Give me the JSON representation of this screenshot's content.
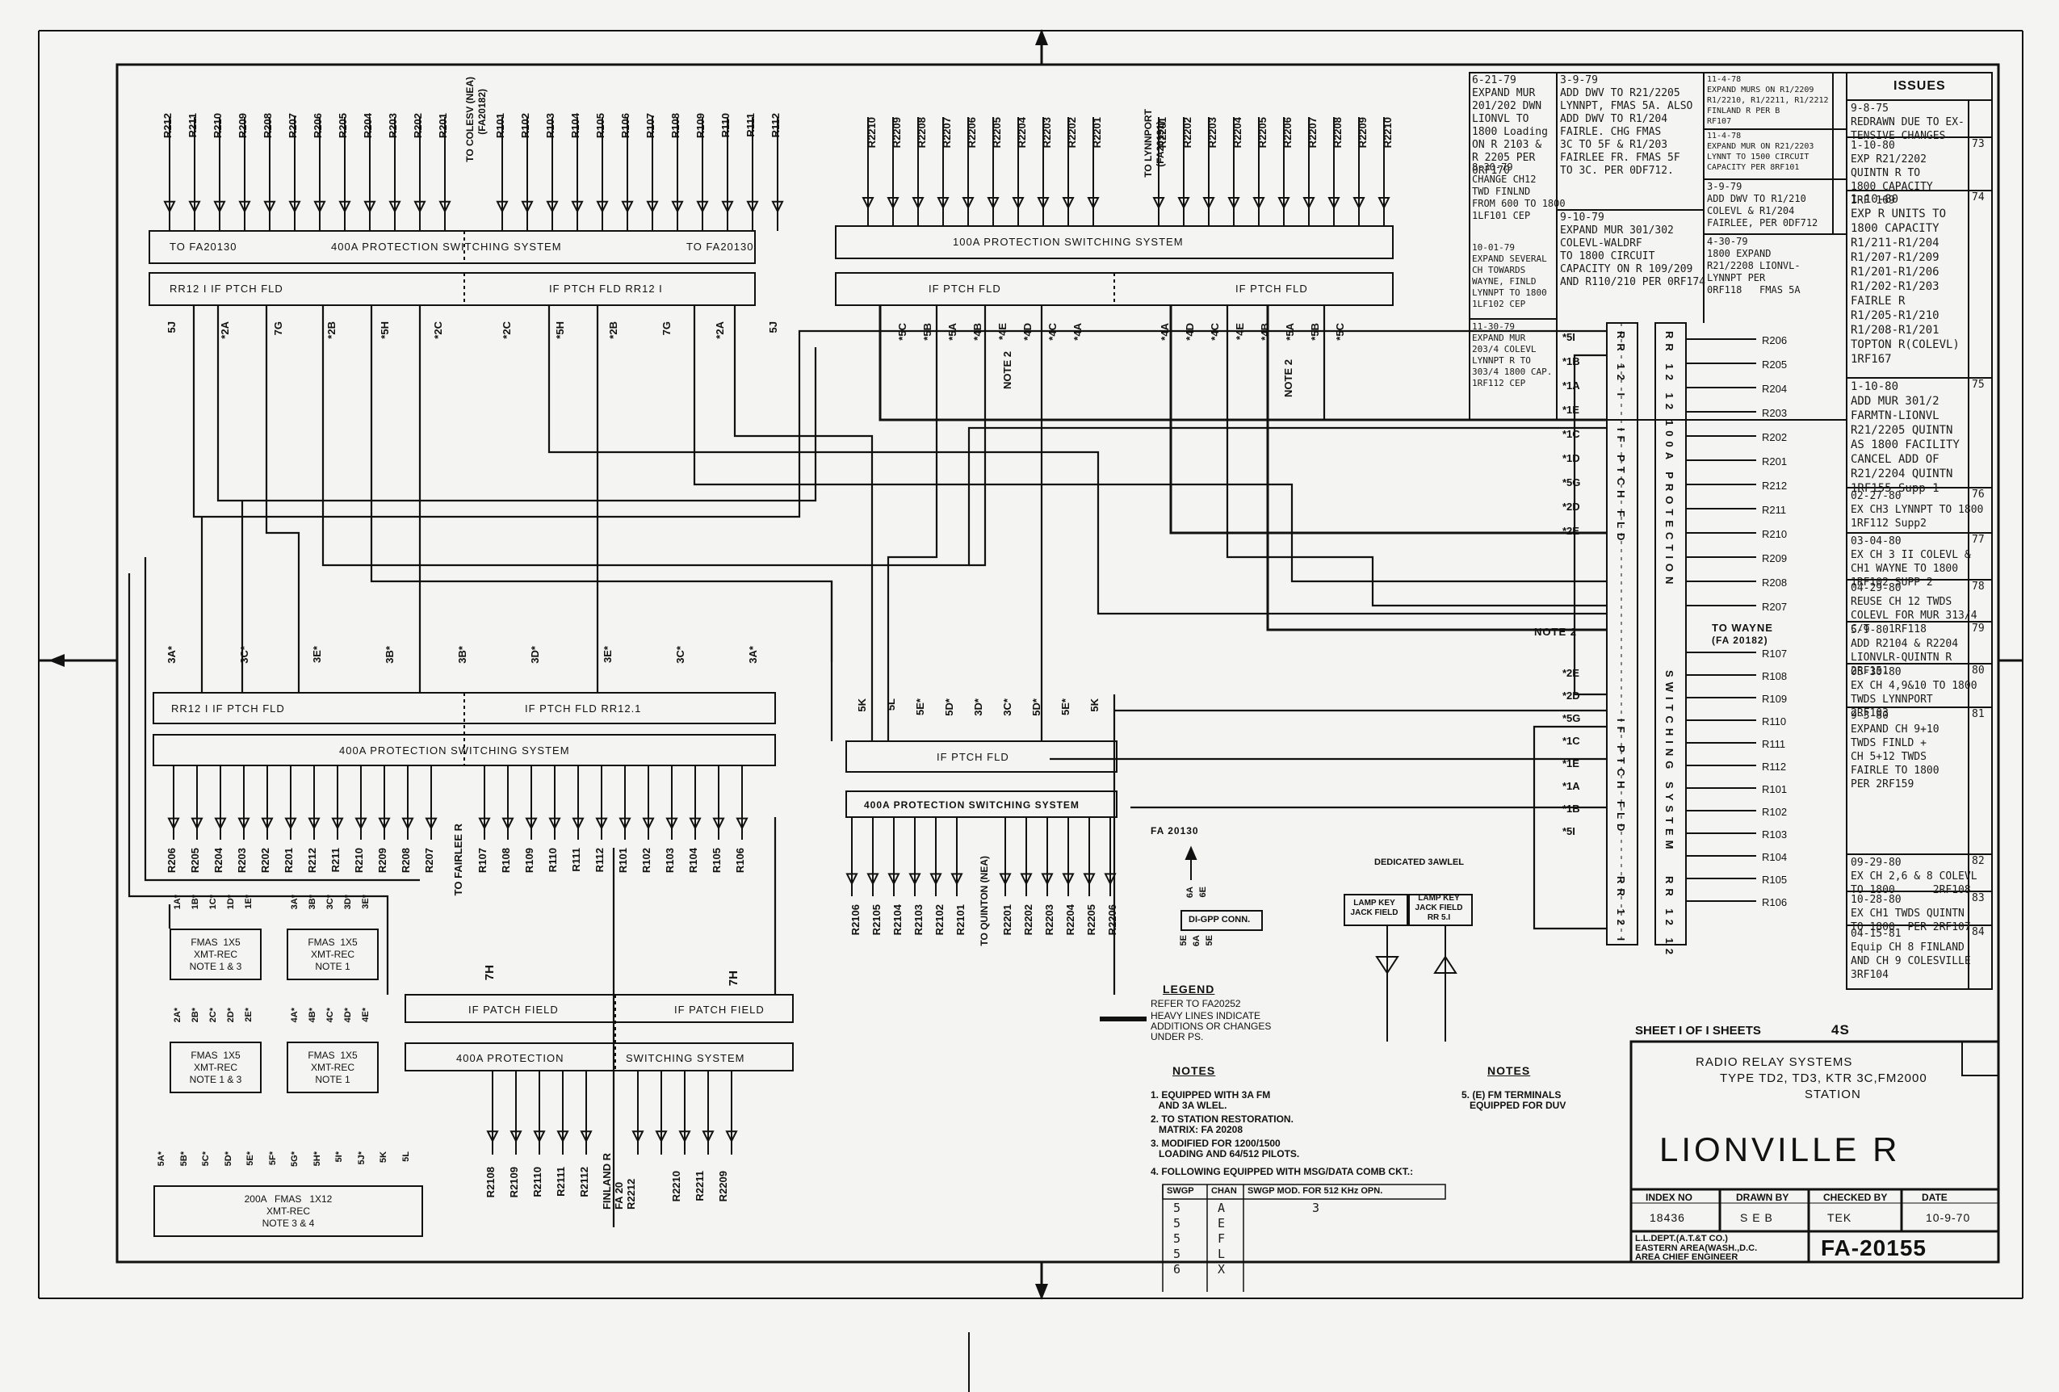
{
  "title_block": {
    "sheet": "SHEET I OF I SHEETS",
    "sheet_no": "4S",
    "system_line1": "RADIO RELAY SYSTEMS",
    "system_line2": "TYPE TD2, TD3, KTR 3C,FM2000",
    "system_line3": "STATION",
    "station_name": "LIONVILLE R",
    "headers": [
      "INDEX NO",
      "DRAWN BY",
      "CHECKED BY",
      "DATE"
    ],
    "values": [
      "18436",
      "S E B",
      "TEK",
      "10-9-70"
    ],
    "dept_line1": "L.L.DEPT.(A.T.&T CO.)",
    "dept_line2": "EASTERN AREA(WASH.,D.C.",
    "dept_line3": "AREA CHIEF ENGINEER",
    "drawing_no": "FA-20155"
  },
  "issues": {
    "heading": "ISSUES",
    "entries": [
      {
        "no": "",
        "text": "9-8-75\nREDRAWN DUE TO EX-\nTENSIVE CHANGES"
      },
      {
        "no": "73",
        "text": "1-10-80\nEXP R21/2202\nQUINTN R TO\n1800 CAPACITY\nIRF 169"
      },
      {
        "no": "74",
        "text": "1-10-80\nEXP R UNITS TO\n1800 CAPACITY\nR1/211-R1/204\nR1/207-R1/209\nR1/201-R1/206\nR1/202-R1/203\nFAIRLE R\nR1/205-R1/210\nR1/208-R1/201\nTOPTON R(COLEVL)\n1RF167"
      },
      {
        "no": "75",
        "text": "1-10-80\nADD MUR 301/2\nFARMTN-LIONVL\nR21/2205 QUINTN\nAS 1800 FACILITY\nCANCEL ADD OF\nR21/2204 QUINTN\n1RF155 Supp 1"
      },
      {
        "no": "76",
        "text": "02-27-80\nEX CH3 LYNNPT TO 1800\n1RF112 Supp2"
      },
      {
        "no": "77",
        "text": "03-04-80\nEX CH 3 II COLEVL &\nCH1 WAYNE TO 1800\n1RF102 SUPP 2"
      },
      {
        "no": "78",
        "text": "04-29-80\nREUSE CH 12 TWDS\nCOLEVL FOR MUR 313/4\nC/T   1RF118"
      },
      {
        "no": "79",
        "text": "5-9-80\nADD R2104 & R2204\nLIONVLR-QUINTN R\n2RF151"
      },
      {
        "no": "80",
        "text": "05-30-80\nEX CH 4,9&10 TO 1800\nTWDS LYNNPORT\n2RF103"
      },
      {
        "no": "81",
        "text": "9-3-80\nEXPAND CH 9+10\nTWDS FINLD +\nCH 5+12 TWDS\nFAIRLE TO 1800\nPER 2RF159"
      },
      {
        "no": "82",
        "text": "09-29-80\nEX CH 2,6 & 8 COLEVL\nTO 1800      2RF108"
      },
      {
        "no": "83",
        "text": "10-28-80\nEX CH1 TWDS QUINTN\nTO 1800  PER 2RF107"
      },
      {
        "no": "84",
        "text": "04-15-81\nEquip CH 8 FINLAND\nAND CH 9 COLESVILLE\n3RF104"
      }
    ]
  },
  "change_notes": [
    "6-21-79\nEXPAND MUR\n201/202 DWN\nLIONVL TO\n1800 Loading\nON R 2103 &\nR 2205 PER\n0RF170",
    "3-9-79\nADD DWV TO R21/2205\nLYNNPT, FMAS 5A. ALSO\nADD DWV TO R1/204\nFAIRLE. CHG FMAS\n3C TO 5F & R1/203\nFAIRLEE FR. FMAS 5F\nTO 3C. PER 0DF712.",
    "8-30-79\nCHANGE CH12\nTWD FINLND\nFROM 600 TO 1800\n1LF101 CEP",
    "9-10-79\nEXPAND MUR 301/302\nCOLEVL-WALDRF\nTO 1800 CIRCUIT\nCAPACITY ON R 109/209\nAND R110/210 PER 0RF174",
    "10-01-79\nEXPAND SEVERAL\nCH TOWARDS\nWAYNE, FINLD\nLYNNPT TO 1800\n1LF102 CEP",
    "11-30-79\nEXPAND MUR\n203/4 COLEVL\nLYNNPT R TO\n303/4 1800 CAP.\n1RF112 CEP",
    "11-4-78\nEXPAND MURS ON R1/2209\nR1/2210, R1/2211, R1/2212\nFINLAND R PER B\nRF107",
    "11-4-78\nEXPAND MUR ON R21/2203\nLYNNT TO 1500 CIRCUIT\nCAPACITY PER 8RF101",
    "3-9-79\nADD DWV TO R1/210\nCOLEVL & R1/204\nFAIRLEE, PER 0DF712",
    "4-30-79\n1800 EXPAND\nR21/2208 LIONVL-\nLYNNPT PER\n0RF118   FMAS 5A"
  ],
  "top_left": {
    "channels_left": [
      "R212",
      "R211",
      "R210",
      "R209",
      "R208",
      "R207",
      "R206",
      "R205",
      "R204",
      "R203",
      "R202",
      "R201"
    ],
    "to_colesv": "TO COLESV (NEA)",
    "colesv_id": "(FA20182)",
    "channels_right": [
      "R101",
      "R102",
      "R103",
      "R104",
      "R105",
      "R106",
      "R107",
      "R108",
      "R109",
      "R110",
      "R111",
      "R112"
    ],
    "system_left": "TO FA20130",
    "system_mid": "400A PROTECTION  SWITCHING SYSTEM",
    "system_right": "TO FA20130",
    "patch_left": "RR12 I        IF  PTCH  FLD",
    "patch_right": "IF  PTCH  FLD        RR12 I",
    "fmas_left": [
      "5J",
      "*2A",
      "7G",
      "*2B",
      "*5H",
      "*2C"
    ],
    "fmas_right": [
      "*2C",
      "*5H",
      "*2B",
      "7G",
      "*2A",
      "5J"
    ]
  },
  "top_right": {
    "channels_left": [
      "R2210",
      "R2209",
      "R2208",
      "R2207",
      "R2206",
      "R2205",
      "R2204",
      "R2203",
      "R2202",
      "R2201"
    ],
    "to_lynnport": "TO LYNNPORT",
    "lynnport_id": "(FA20191)",
    "channels_right": [
      "R2201",
      "R2202",
      "R2203",
      "R2204",
      "R2205",
      "R2206",
      "R2207",
      "R2208",
      "R2209",
      "R2210"
    ],
    "system": "100A  PROTECTION  SWITCHING  SYSTEM",
    "patch_left": "IF  PTCH  FLD",
    "patch_right": "IF  PTCH  FLD",
    "fmas_left": [
      "*5C",
      "*5B",
      "*5A",
      "*4B",
      "*4E",
      "*4D",
      "*4C",
      "*4A"
    ],
    "fmas_right": [
      "*4A",
      "*4D",
      "*4C",
      "*4E",
      "*4B",
      "*5A",
      "*5B",
      "*5C"
    ],
    "note_left": "NOTE 2",
    "note_right": "NOTE 2"
  },
  "right_system": {
    "col1": "RR 12 I",
    "col1b": "IF  PTCH  FLD",
    "col2": "RR 12 12",
    "col2b": "100A  PROTECTION",
    "col2c": "SWITCHING  SYSTEM",
    "col1c": "IF  PTCH  FLD",
    "col1d": "RR 12 I",
    "col2d": "RR 12 12",
    "fmas_upper": [
      "*5I",
      "*1B",
      "*1A",
      "*1E",
      "*1C",
      "*1D",
      "*5G",
      "*2D",
      "*2E"
    ],
    "fmas_lower": [
      "*2E",
      "*2D",
      "*5G",
      "*1C",
      "*1E",
      "*1A",
      "*1B",
      "*5I"
    ],
    "channels_upper": [
      "R206",
      "R205",
      "R204",
      "R203",
      "R202",
      "R201",
      "R212",
      "R211",
      "R210",
      "R209",
      "R208",
      "R207"
    ],
    "to_wayne": "TO WAYNE",
    "wayne_id": "(FA 20182)",
    "channels_lower": [
      "R107",
      "R108",
      "R109",
      "R110",
      "R111",
      "R112",
      "R101",
      "R102",
      "R103",
      "R104",
      "R105",
      "R106"
    ],
    "note": "NOTE 2"
  },
  "mid_left": {
    "fmas_top": [
      "3A*",
      "3C*",
      "3E*",
      "3B*",
      "3B*",
      "3D*",
      "3E*",
      "3C*",
      "3A*"
    ],
    "patch_left": "RR12 I        IF  PTCH  FLD",
    "patch_right": "IF  PTCH  FLD        RR12.1",
    "system": "400A PROTECTION  SWITCHING  SYSTEM",
    "channels_left": [
      "R206",
      "R205",
      "R204",
      "R203",
      "R202",
      "R201",
      "R212",
      "R211",
      "R210",
      "R209",
      "R208",
      "R207"
    ],
    "to_fairlee": "TO FAIRLEE R",
    "channels_right": [
      "R107",
      "R108",
      "R109",
      "R110",
      "R111",
      "R112",
      "R101",
      "R102",
      "R103",
      "R104",
      "R105",
      "R106"
    ]
  },
  "mid_right": {
    "fmas_top": [
      "5K",
      "5L",
      "5E*",
      "5D*",
      "3D*",
      "3C*",
      "5D*",
      "5E*",
      "5K"
    ],
    "patch": "IF  PTCH  FLD",
    "system": "400A PROTECTION SWITCHING SYSTEM",
    "channels_left": [
      "R2106",
      "R2105",
      "R2104",
      "R2103",
      "R2102",
      "R2101"
    ],
    "to_quinton": "TO QUINTON (NEA)",
    "channels_right": [
      "R2201",
      "R2202",
      "R2203",
      "R2204",
      "R2205",
      "R2206"
    ],
    "fa_ref": "FA 20130"
  },
  "bottom_center": {
    "patch_left": "IF PATCH FIELD",
    "patch_right": "IF PATCH FIELD",
    "system_left": "400A   PROTECTION",
    "system_right": "SWITCHING  SYSTEM",
    "tag_left": "7H",
    "tag_right": "7H",
    "channels_left": [
      "R2108",
      "R2109",
      "R2110",
      "R2111",
      "R2112"
    ],
    "finland": "FINLAND R\nFA 20\nR2212",
    "channels_right": [
      "R2210",
      "R2211",
      "R2209"
    ]
  },
  "fmas_boxes": [
    {
      "id": "a",
      "tags": [
        "1A*",
        "1B*",
        "1C*",
        "1D*",
        "1E*"
      ],
      "text": "FMAS  1X5\nXMT-REC\nNOTE 1 & 3"
    },
    {
      "id": "b",
      "tags": [
        "3A*",
        "3B*",
        "3C*",
        "3D*",
        "3E*"
      ],
      "text": "FMAS  1X5\nXMT-REC\nNOTE 1"
    },
    {
      "id": "c",
      "tags": [
        "2A*",
        "2B*",
        "2C*",
        "2D*",
        "2E*"
      ],
      "text": "FMAS  1X5\nXMT-REC\nNOTE 1 & 3"
    },
    {
      "id": "d",
      "tags": [
        "4A*",
        "4B*",
        "4C*",
        "4D*",
        "4E*"
      ],
      "text": "FMAS  1X5\nXMT-REC\nNOTE 1"
    },
    {
      "id": "e",
      "tags": [
        "5A*",
        "5B*",
        "5C*",
        "5D*",
        "5E*",
        "5F*",
        "5G*",
        "5H*",
        "5I*",
        "5J*",
        "5K",
        "5L"
      ],
      "text": "200A   FMAS   1X12\nXMT-REC\nNOTE 3 & 4"
    }
  ],
  "di_gpp": {
    "top": [
      "6A",
      "6E"
    ],
    "label": "DI-GPP CONN.",
    "bottom": [
      "5E",
      "6A",
      "5E"
    ]
  },
  "dedicated": {
    "title": "DEDICATED 3AWLEL",
    "left": "LAMP KEY\nJACK FIELD",
    "right": "LAMP KEY\nJACK FIELD\nRR 5.I"
  },
  "legend": {
    "title": "LEGEND",
    "line1": "REFER TO FA20252",
    "line2": "HEAVY LINES INDICATE\nADDITIONS OR CHANGES\nUNDER PS."
  },
  "notes": {
    "title": "NOTES",
    "items": [
      "1. EQUIPPED WITH 3A FM\n   AND 3A WLEL.",
      "2. TO STATION RESTORATION.\n   MATRIX: FA 20208",
      "3. MODIFIED FOR 1200/1500\n   LOADING AND 64/512 PILOTS.",
      "4. FOLLOWING EQUIPPED WITH MSG/DATA COMB CKT.:"
    ],
    "table_headers": [
      "SWGP",
      "CHAN",
      "SWGP  MOD. FOR 512 KHz OPN."
    ],
    "table_rows": [
      [
        "5",
        "A",
        "3"
      ],
      [
        "5",
        "E",
        ""
      ],
      [
        "5",
        "F",
        ""
      ],
      [
        "5",
        "L",
        ""
      ],
      [
        "6",
        "X",
        ""
      ]
    ]
  },
  "notes2": {
    "title": "NOTES",
    "item": "5. (E) FM TERMINALS\n   EQUIPPED FOR DUV"
  }
}
